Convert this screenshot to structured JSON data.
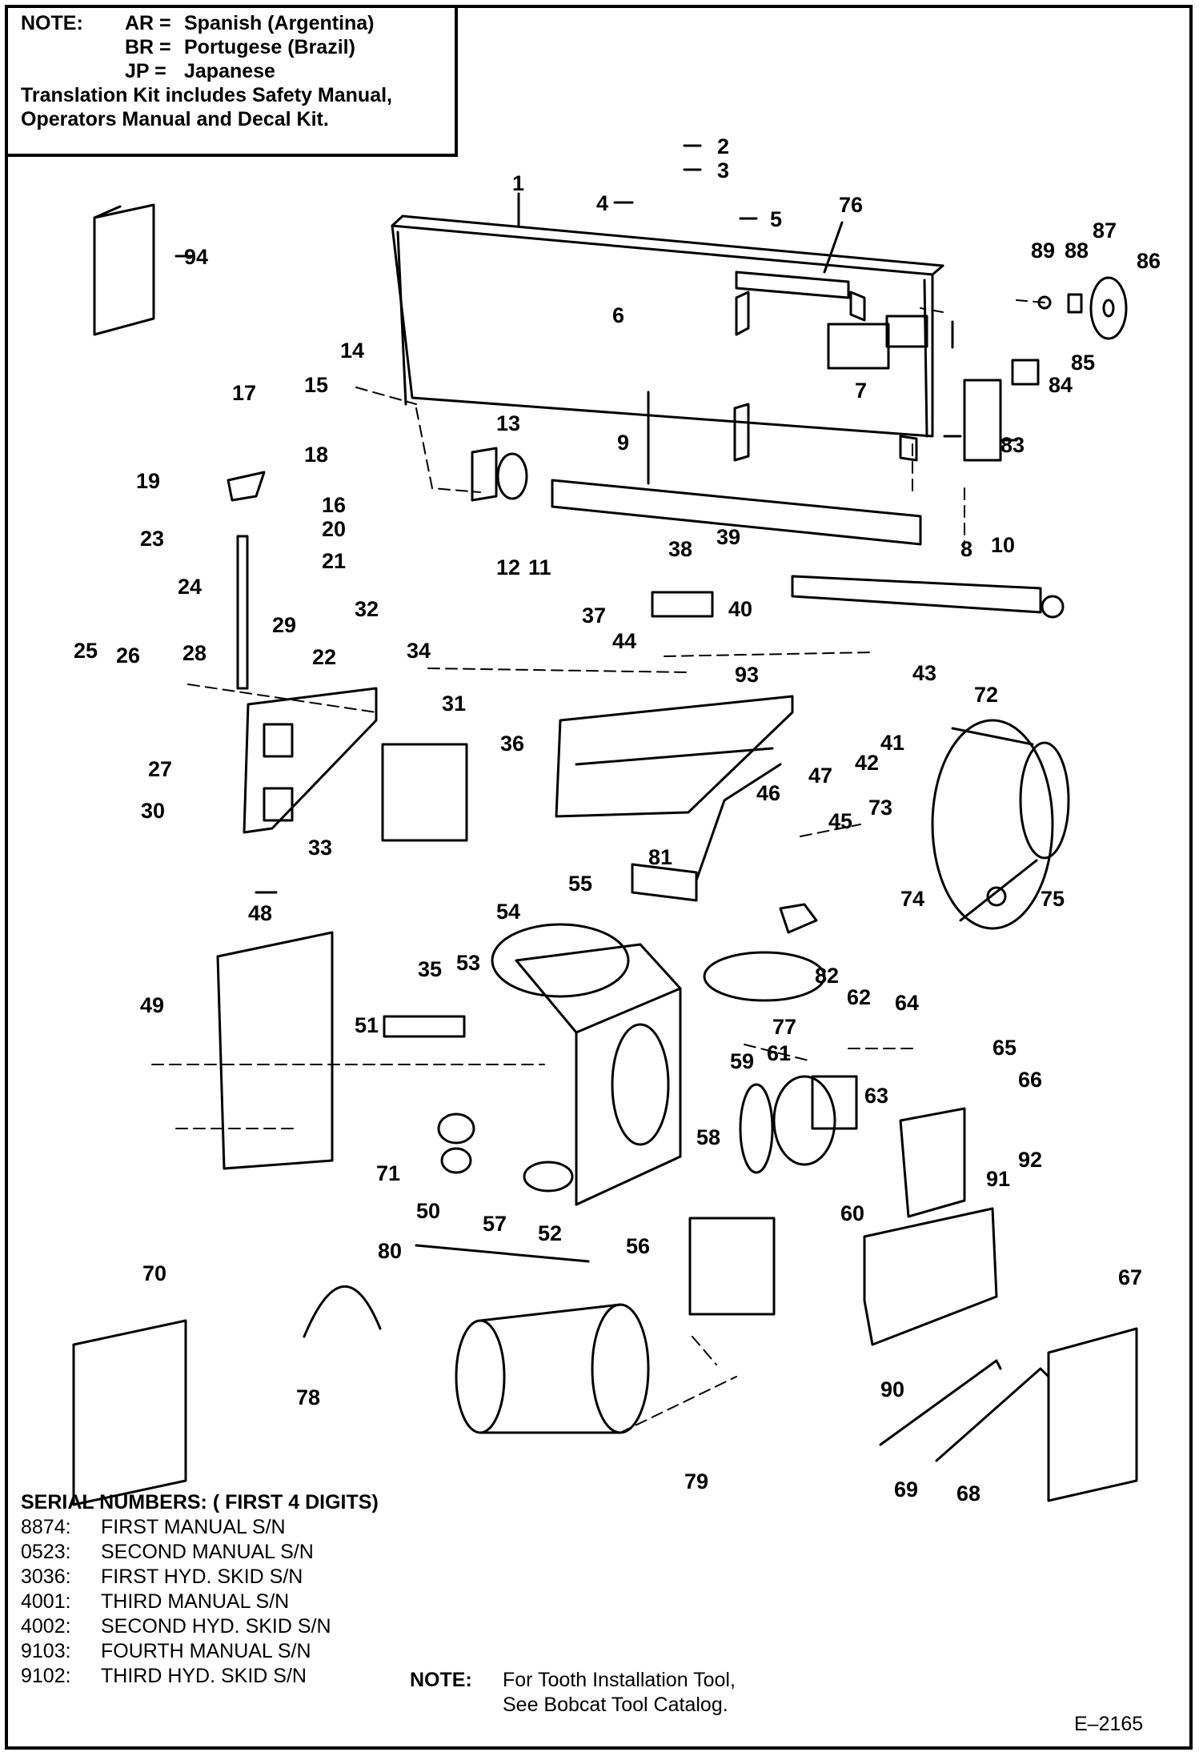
{
  "note_box": {
    "label": "NOTE:",
    "languages": [
      {
        "code": "AR =",
        "name": "Spanish (Argentina)"
      },
      {
        "code": "BR =",
        "name": "Portugese (Brazil)"
      },
      {
        "code": "JP =",
        "name": "Japanese"
      }
    ],
    "kit_line_1": "Translation Kit includes Safety Manual,",
    "kit_line_2": "Operators Manual and Decal Kit."
  },
  "callouts": [
    "1",
    "2",
    "3",
    "4",
    "5",
    "6",
    "7",
    "8",
    "9",
    "10",
    "11",
    "12",
    "13",
    "14",
    "15",
    "16",
    "17",
    "18",
    "19",
    "20",
    "21",
    "22",
    "23",
    "24",
    "25",
    "26",
    "27",
    "28",
    "29",
    "30",
    "31",
    "32",
    "33",
    "34",
    "35",
    "36",
    "37",
    "38",
    "39",
    "40",
    "41",
    "42",
    "43",
    "44",
    "45",
    "46",
    "47",
    "48",
    "49",
    "50",
    "51",
    "52",
    "53",
    "54",
    "55",
    "56",
    "57",
    "58",
    "59",
    "60",
    "61",
    "62",
    "63",
    "64",
    "65",
    "66",
    "67",
    "68",
    "69",
    "70",
    "71",
    "72",
    "73",
    "74",
    "75",
    "76",
    "77",
    "78",
    "79",
    "80",
    "81",
    "82",
    "83",
    "84",
    "85",
    "86",
    "87",
    "88",
    "89",
    "90",
    "91",
    "92",
    "93",
    "94"
  ],
  "serial_numbers": {
    "heading": "SERIAL NUMBERS: ( FIRST 4 DIGITS)",
    "entries": [
      {
        "code": "8874:",
        "desc": "FIRST MANUAL S/N"
      },
      {
        "code": "0523:",
        "desc": "SECOND MANUAL S/N"
      },
      {
        "code": "3036:",
        "desc": "FIRST HYD. SKID S/N"
      },
      {
        "code": "4001:",
        "desc": "THIRD MANUAL S/N"
      },
      {
        "code": "4002:",
        "desc": "SECOND HYD. SKID S/N"
      },
      {
        "code": "9103:",
        "desc": "FOURTH MANUAL S/N"
      },
      {
        "code": "9102:",
        "desc": "THIRD HYD. SKID S/N"
      }
    ]
  },
  "tooth_note": {
    "label": "NOTE:",
    "line_1": "For Tooth Installation Tool,",
    "line_2": "See Bobcat Tool Catalog."
  },
  "figure_number": "E–2165"
}
